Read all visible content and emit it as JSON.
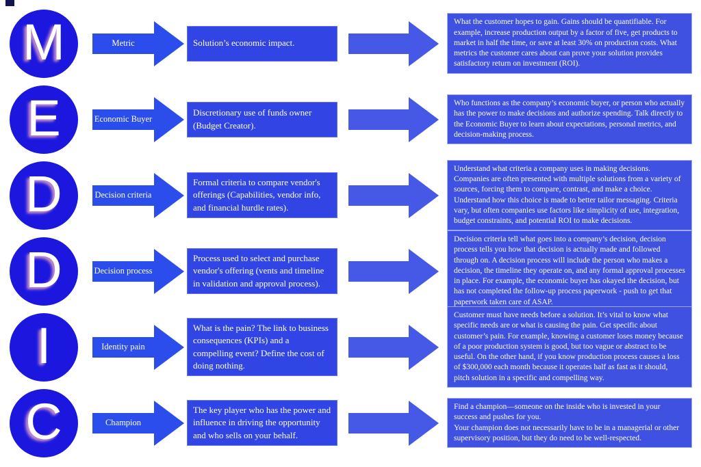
{
  "title": "MEDDIC sales qualification diagram",
  "colors": {
    "background": "#ffffff",
    "circle": "#1c17df",
    "label_arrow": "#2b4deb",
    "mid_box": "#3045e3",
    "big_arrow": "#4658e6",
    "right_box": "#3f51e0",
    "text": "#ffffff"
  },
  "rows": [
    {
      "letter": "M",
      "label": "Metric",
      "summary": "Solution’s  economic impact.",
      "detail": "What the customer hopes to gain. Gains should be quantifiable. For example, increase production output by a factor of five, get products to market in half the time, or save at least 30% on production costs. What metrics the customer cares about can prove your solution provides satisfactory return on investment (ROI)."
    },
    {
      "letter": "E",
      "label": "Economic Buyer",
      "summary": "Discretionary use of funds owner (Budget Creator).",
      "detail": "Who functions as the company’s economic buyer, or person who actually has the power to make decisions and authorize spending. Talk directly to the Economic Buyer to learn about expectations, personal metrics, and decision-making process."
    },
    {
      "letter": "D",
      "label": "Decision criteria",
      "summary": "Formal criteria to compare vendor's offerings (Capabilities, vendor info, and financial hurdle rates).",
      "detail": "Understand what criteria a company uses in making decisions. Companies are often presented with multiple solutions from a variety of sources, forcing them to compare, contrast, and make a choice. Understand how this choice is made to better tailor messaging. Criteria vary, but often companies use factors like simplicity of use, integration, budget constraints, and potential ROI to make decisions."
    },
    {
      "letter": "D",
      "label": "Decision process",
      "summary": "Process used to select and purchase vendor's offering (vents and timeline in validation and approval process).",
      "detail": "Decision criteria tell what goes into a company’s decision, decision process tells you how that decision is actually made and followed through on. A decision process will include the person who makes a decision, the timeline they operate on, and any formal approval processes in place. For example, the economic buyer has okayed the decision, but has not completed the follow-up process paperwork - push to get that paperwork taken care of ASAP."
    },
    {
      "letter": "I",
      "label": "Identity pain",
      "summary": "What is the pain? The link to business consequences (KPIs) and a compelling event? Define the cost of doing nothing.",
      "detail": "Customer must have needs before  a solution. It’s vital to know what specific needs are or what is causing the pain. Get specific about customer’s pain. For example, knowing a customer loses money because of a poor production system is good, but too vague or abstract to be useful. On the other hand, if you know production process causes a loss of $300,000 each month because it operates half as fast as it should, pitch solution in a specific and compelling way."
    },
    {
      "letter": "C",
      "label": "Champion",
      "summary": "The key player who has the power  and influence in driving the opportunity and who sells on your behalf.",
      "detail": "Find a champion—someone on the inside who is invested in your success and pushes for you.\nYour champion does not necessarily have to be in a managerial or other supervisory position, but they do need to be well-respected."
    }
  ]
}
